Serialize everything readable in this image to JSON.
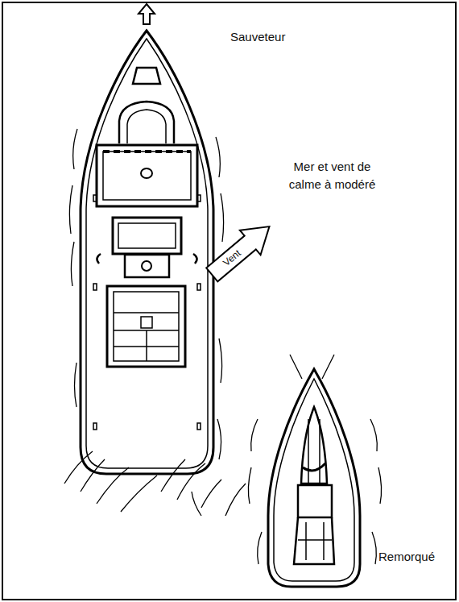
{
  "diagram": {
    "labels": [
      "Sauveteur",
      "Mer et vent de calme à modéré",
      "Vent",
      "Remorqué"
    ]
  }
}
